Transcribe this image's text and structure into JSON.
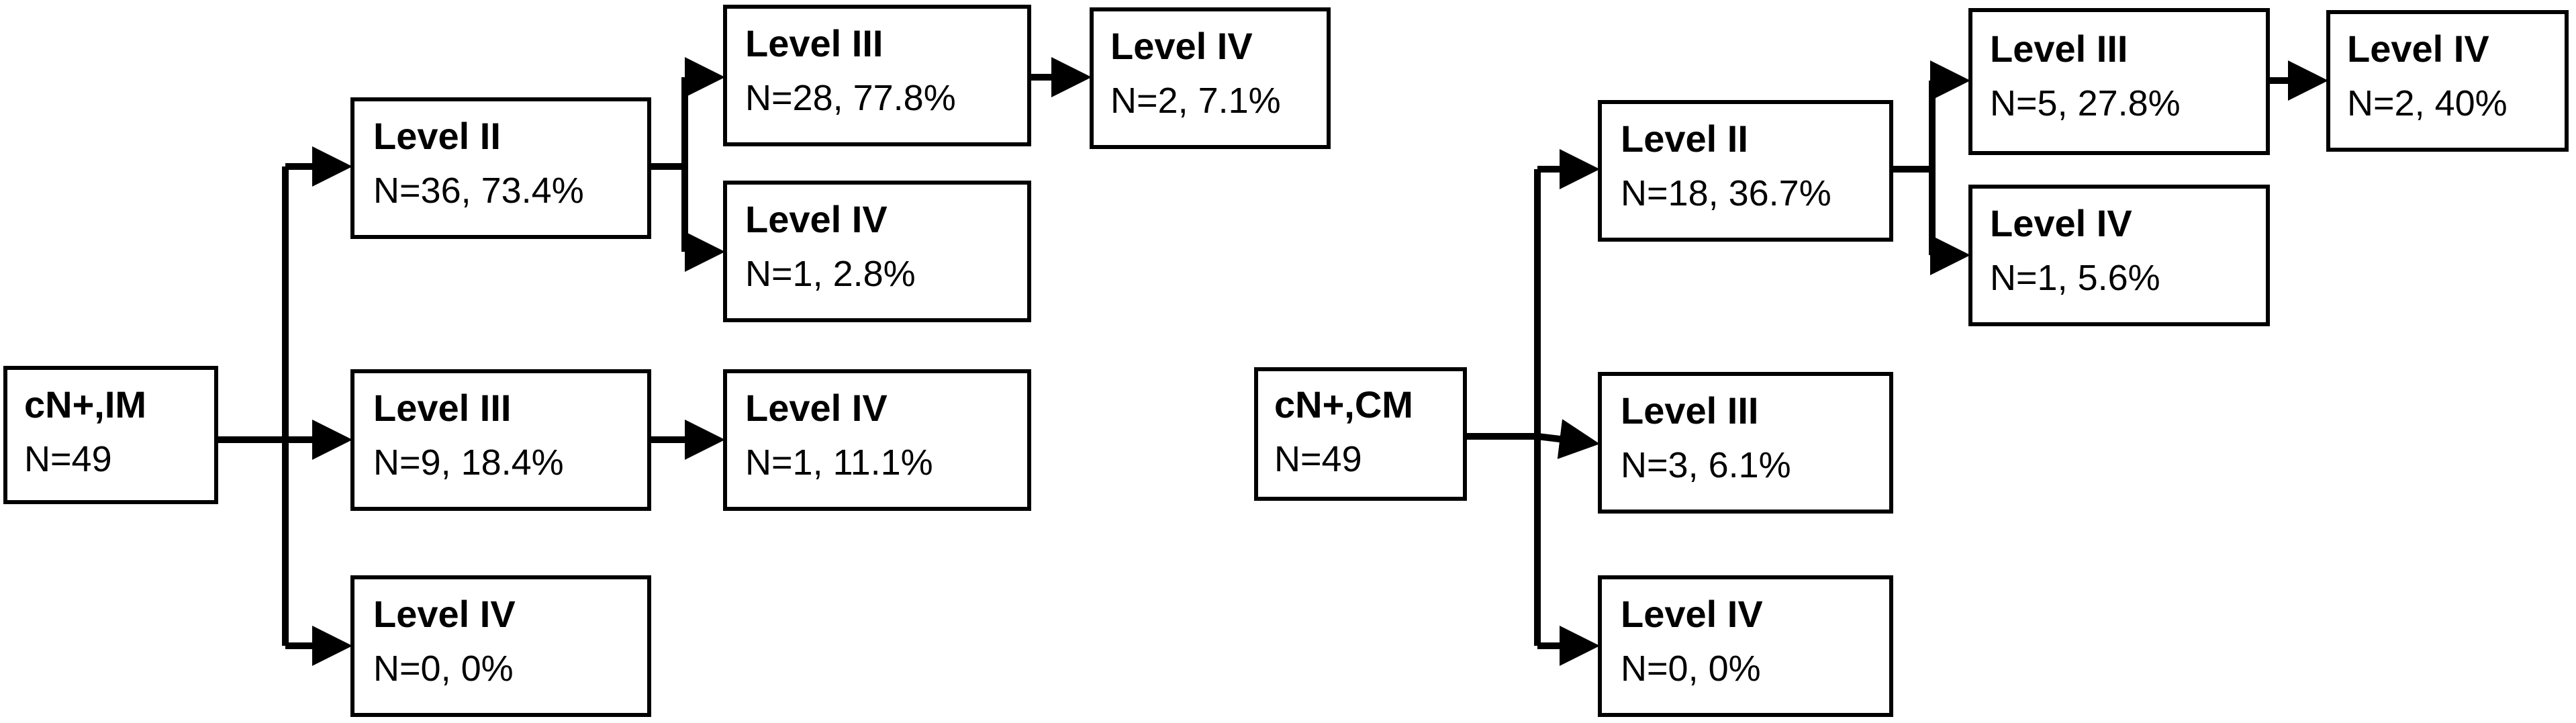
{
  "trees": [
    {
      "root": {
        "title": "cN+,IM",
        "value": "N=49"
      },
      "nodes": {
        "l2": {
          "title": "Level II",
          "value": "N=36, 73.4%"
        },
        "l2_3": {
          "title": "Level III",
          "value": "N=28, 77.8%"
        },
        "l2_3_4": {
          "title": "Level IV",
          "value": "N=2, 7.1%"
        },
        "l2_4": {
          "title": "Level IV",
          "value": "N=1, 2.8%"
        },
        "l3": {
          "title": "Level III",
          "value": "N=9, 18.4%"
        },
        "l3_4": {
          "title": "Level IV",
          "value": "N=1, 11.1%"
        },
        "l4": {
          "title": "Level IV",
          "value": "N=0, 0%"
        }
      }
    },
    {
      "root": {
        "title": "cN+,CM",
        "value": "N=49"
      },
      "nodes": {
        "l2": {
          "title": "Level II",
          "value": "N=18, 36.7%"
        },
        "l2_3": {
          "title": "Level III",
          "value": "N=5, 27.8%"
        },
        "l2_3_4": {
          "title": "Level IV",
          "value": "N=2, 40%"
        },
        "l2_4": {
          "title": "Level IV",
          "value": "N=1, 5.6%"
        },
        "l3": {
          "title": "Level III",
          "value": "N=3, 6.1%"
        },
        "l4": {
          "title": "Level IV",
          "value": "N=0, 0%"
        }
      }
    }
  ],
  "colors": {
    "stroke": "#000000",
    "background": "#ffffff"
  }
}
